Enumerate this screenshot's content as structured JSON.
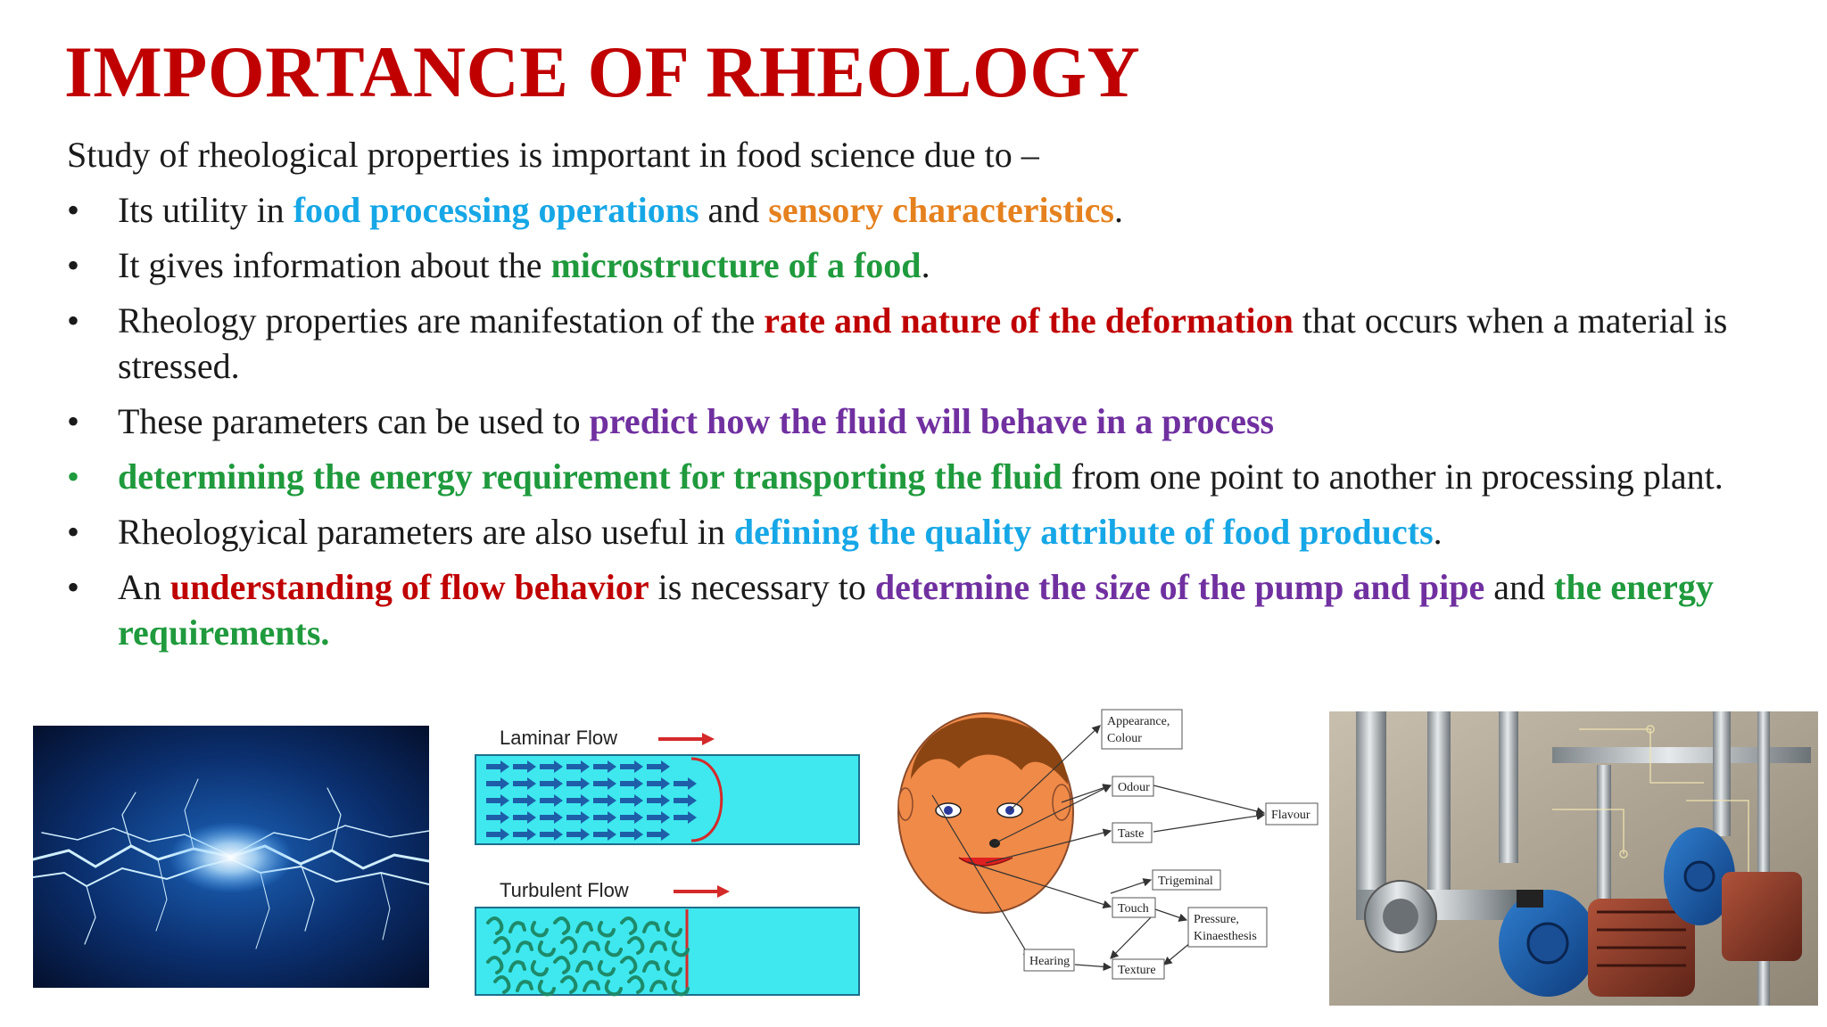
{
  "title": "IMPORTANCE OF RHEOLOGY",
  "intro": "Study of rheological properties is important in food science due to –",
  "colors": {
    "title": "#c00000",
    "blue": "#16a7e6",
    "orange": "#e5811e",
    "green": "#1f9a3d",
    "red": "#c00000",
    "purple": "#7030a0",
    "text": "#1a1a1a"
  },
  "bullets": [
    {
      "bullet_color": "text",
      "segments": [
        {
          "text": "Its utility in ",
          "color": "text",
          "bold": false
        },
        {
          "text": "food processing operations",
          "color": "blue",
          "bold": true
        },
        {
          "text": " and ",
          "color": "text",
          "bold": false
        },
        {
          "text": "sensory characteristics",
          "color": "orange",
          "bold": true
        },
        {
          "text": ".",
          "color": "text",
          "bold": false
        }
      ]
    },
    {
      "bullet_color": "text",
      "segments": [
        {
          "text": "It gives information about the ",
          "color": "text",
          "bold": false
        },
        {
          "text": "microstructure of a food",
          "color": "green",
          "bold": true
        },
        {
          "text": ".",
          "color": "text",
          "bold": false
        }
      ]
    },
    {
      "bullet_color": "text",
      "segments": [
        {
          "text": "Rheology properties are manifestation of the ",
          "color": "text",
          "bold": false
        },
        {
          "text": "rate and nature of the deformation",
          "color": "red",
          "bold": true
        },
        {
          "text": " that occurs when a material is stressed.",
          "color": "text",
          "bold": false
        }
      ]
    },
    {
      "bullet_color": "text",
      "segments": [
        {
          "text": "These parameters can be used to ",
          "color": "text",
          "bold": false
        },
        {
          "text": "predict how the fluid will behave in a process",
          "color": "purple",
          "bold": true
        }
      ]
    },
    {
      "bullet_color": "green",
      "segments": [
        {
          "text": "determining the energy requirement for transporting the fluid",
          "color": "green",
          "bold": true
        },
        {
          "text": " from one point to another in processing plant.",
          "color": "text",
          "bold": false
        }
      ]
    },
    {
      "bullet_color": "text",
      "segments": [
        {
          "text": "Rheologyical parameters are also useful in ",
          "color": "text",
          "bold": false
        },
        {
          "text": "defining the quality attribute of food products",
          "color": "blue",
          "bold": true
        },
        {
          "text": ".",
          "color": "text",
          "bold": false
        }
      ]
    },
    {
      "bullet_color": "text",
      "segments": [
        {
          "text": "An ",
          "color": "text",
          "bold": false
        },
        {
          "text": "understanding of flow behavior",
          "color": "red",
          "bold": true
        },
        {
          "text": " is necessary to ",
          "color": "text",
          "bold": false
        },
        {
          "text": "determine the size of the pump and pipe",
          "color": "purple",
          "bold": true
        },
        {
          "text": " and ",
          "color": "text",
          "bold": false
        },
        {
          "text": "the energy requirements.",
          "color": "green",
          "bold": true
        }
      ]
    }
  ],
  "figures": {
    "flow": {
      "laminar_label": "Laminar Flow",
      "turbulent_label": "Turbulent Flow"
    },
    "sensory": {
      "nodes": {
        "appearance_line1": "Appearance,",
        "appearance_line2": "Colour",
        "odour": "Odour",
        "taste": "Taste",
        "flavour": "Flavour",
        "trigeminal": "Trigeminal",
        "touch": "Touch",
        "pressure_line1": "Pressure,",
        "pressure_line2": "Kinaesthesis",
        "hearing": "Hearing",
        "texture": "Texture"
      }
    }
  }
}
